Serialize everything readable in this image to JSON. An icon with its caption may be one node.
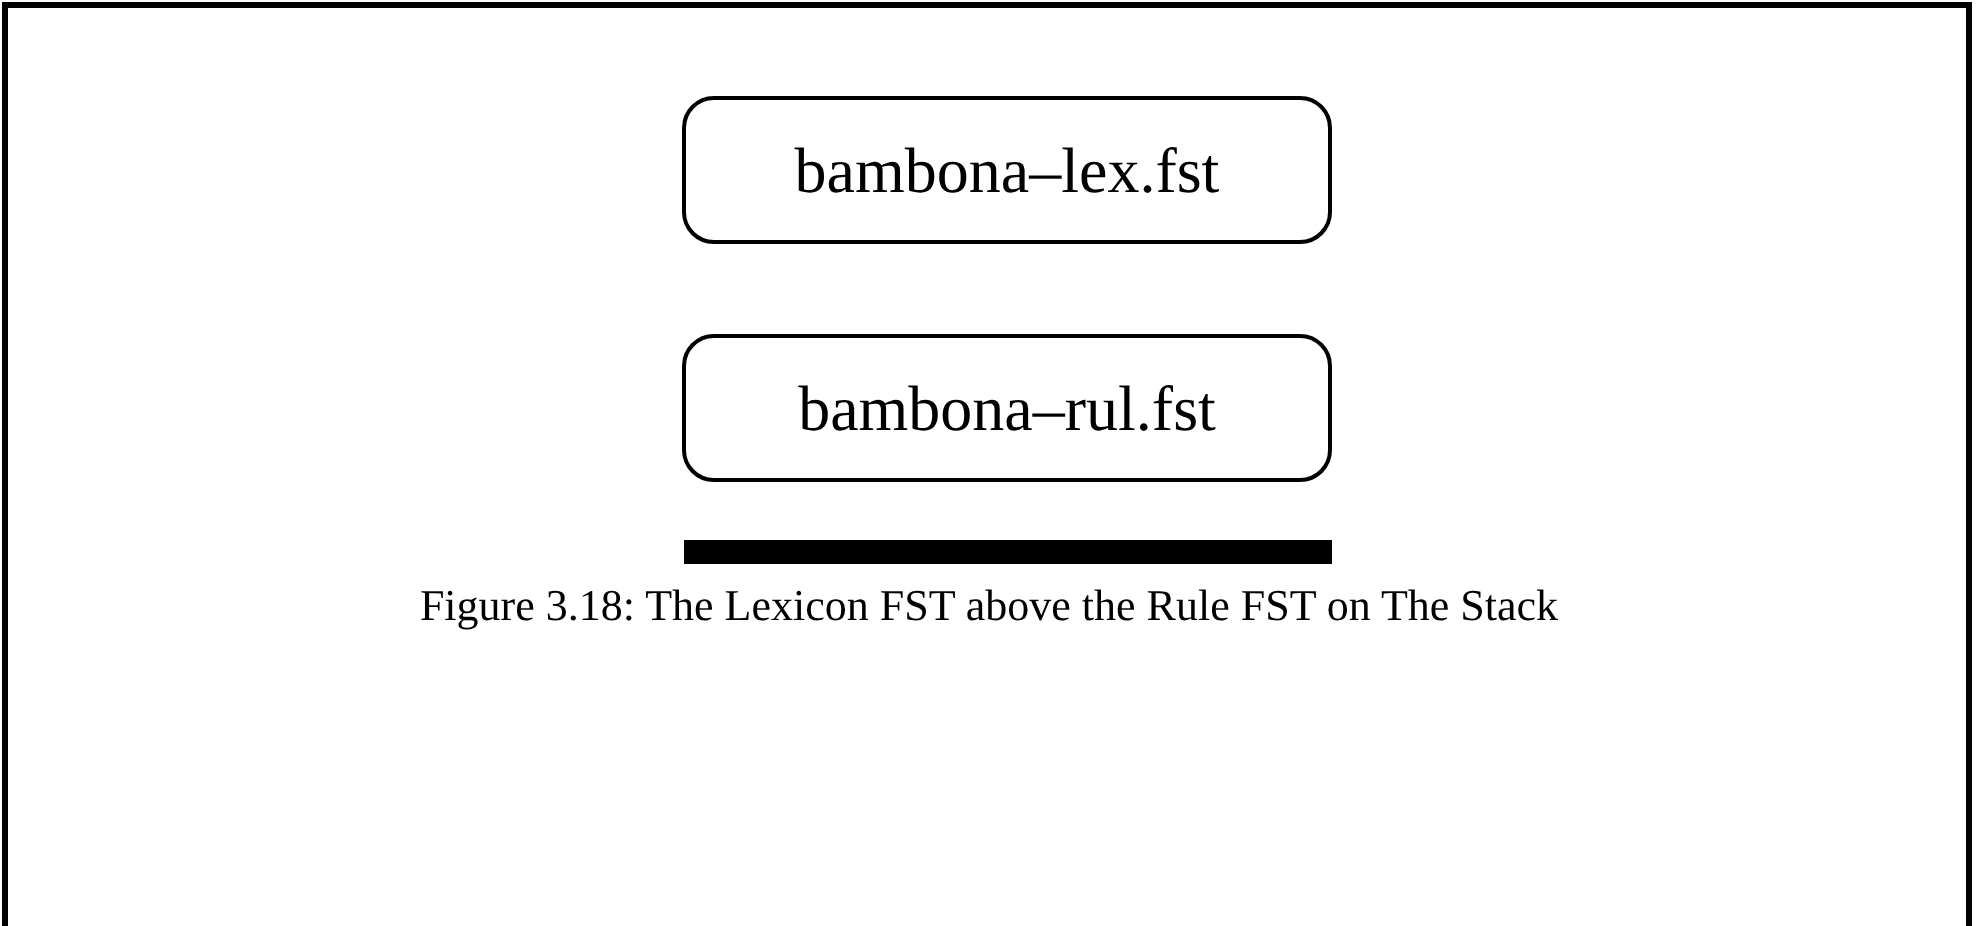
{
  "diagram": {
    "caption": "Figure 3.18: The Lexicon FST above the Rule FST on The Stack",
    "nodes": [
      {
        "text": [
          "bambona–lex.fst"
        ]
      },
      {
        "text": [
          "bambona–rul.fst"
        ]
      },
      {
        "text": [],
        "shape": "bar"
      }
    ]
  }
}
